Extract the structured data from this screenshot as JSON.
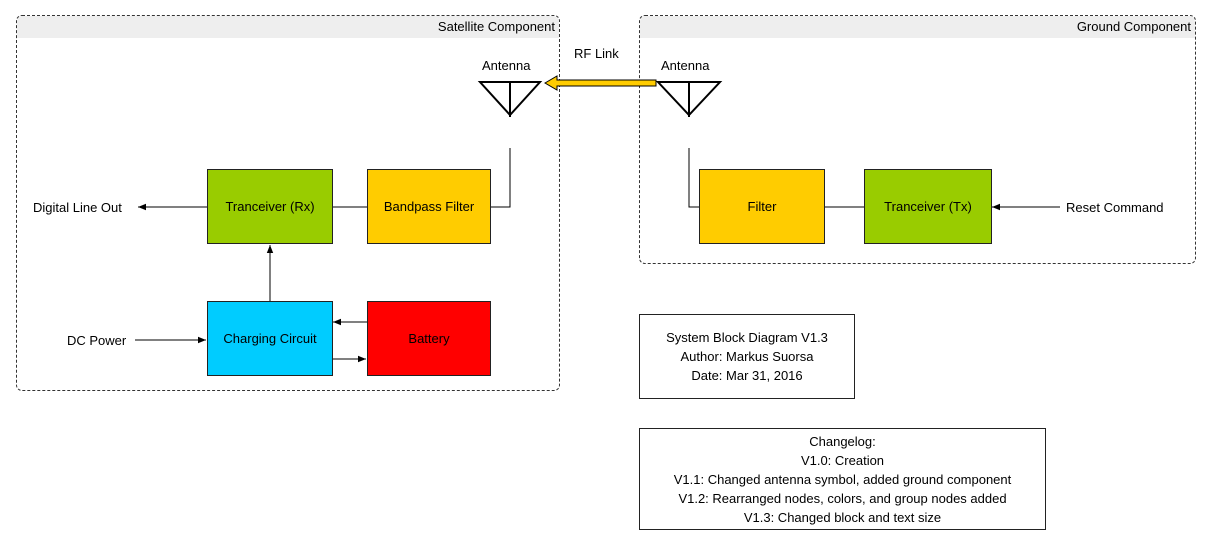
{
  "groups": {
    "satellite": {
      "title": "Satellite Component"
    },
    "ground": {
      "title": "Ground Component"
    }
  },
  "blocks": {
    "rx": {
      "label": "Tranceiver (Rx)",
      "color": "#99cc00"
    },
    "bandpass": {
      "label": "Bandpass Filter",
      "color": "#ffcc00"
    },
    "charging": {
      "label": "Charging Circuit",
      "color": "#00ccff"
    },
    "battery": {
      "label": "Battery",
      "color": "#ff0000"
    },
    "filter": {
      "label": "Filter",
      "color": "#ffcc00"
    },
    "tx": {
      "label": "Tranceiver (Tx)",
      "color": "#99cc00"
    }
  },
  "labels": {
    "sat_antenna": "Antenna",
    "ground_antenna": "Antenna",
    "rf_link": "RF Link",
    "digital_out": "Digital Line Out",
    "dc_power": "DC Power",
    "reset_command": "Reset Command"
  },
  "info": {
    "lines": [
      "System Block Diagram V1.3",
      "Author: Markus Suorsa",
      "Date: Mar 31, 2016"
    ]
  },
  "changelog": {
    "lines": [
      "Changelog:",
      "V1.0: Creation",
      "V1.1: Changed antenna symbol, added ground component",
      "V1.2: Rearranged nodes, colors, and group nodes added",
      "V1.3: Changed block and text size"
    ]
  },
  "colors": {
    "rf_arrow": "#ffcc00"
  }
}
